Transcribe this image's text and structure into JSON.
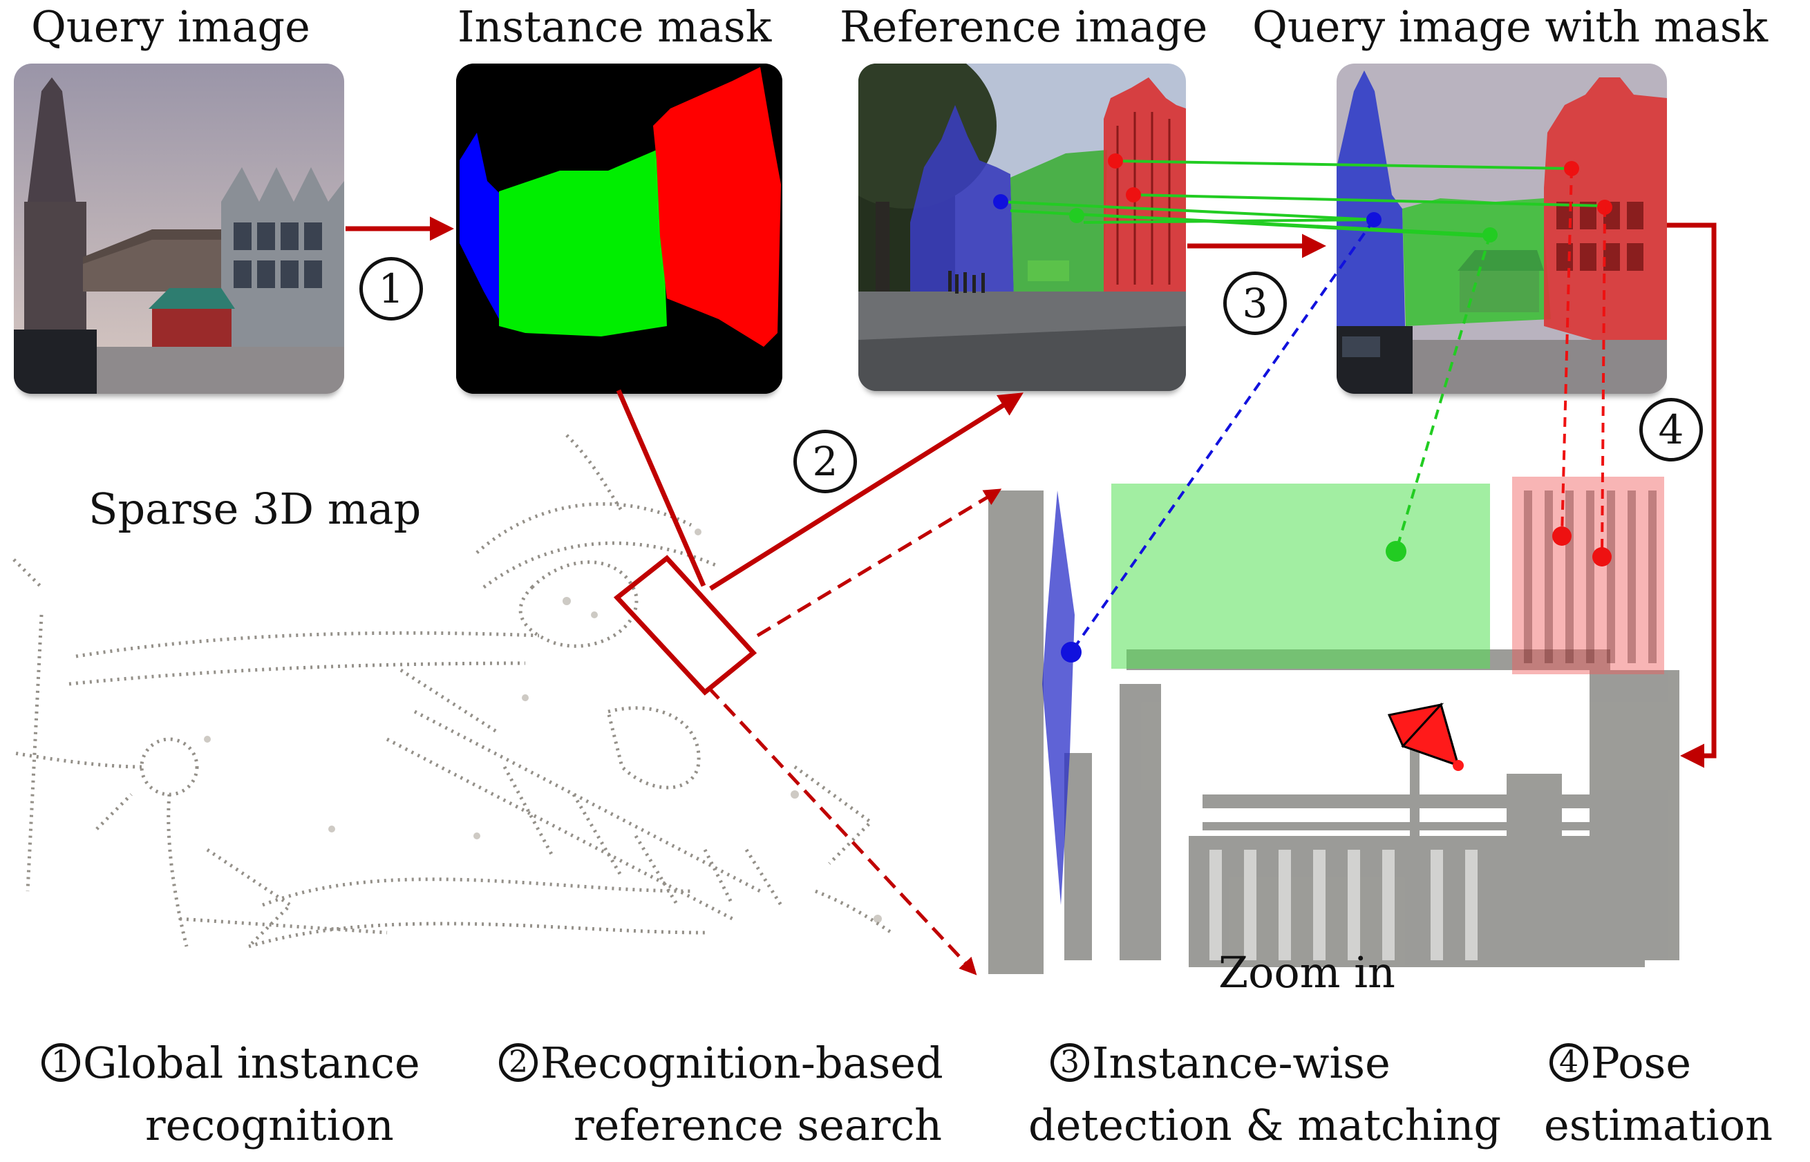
{
  "panels": {
    "query": {
      "title": "Query image"
    },
    "mask": {
      "title": "Instance mask"
    },
    "reference": {
      "title": "Reference image"
    },
    "query_masked": {
      "title": "Query image with mask"
    }
  },
  "map": {
    "label": "Sparse 3D map",
    "zoom_label": "Zoom in"
  },
  "steps": [
    {
      "num": "1"
    },
    {
      "num": "2"
    },
    {
      "num": "3"
    },
    {
      "num": "4"
    }
  ],
  "legend": [
    {
      "num": "1",
      "line1": "Global  instance",
      "line2": "recognition"
    },
    {
      "num": "2",
      "line1": "Recognition-based",
      "line2": "reference search"
    },
    {
      "num": "3",
      "line1": "Instance-wise",
      "line2": "detection & matching"
    },
    {
      "num": "4",
      "line1": "Pose",
      "line2": "estimation"
    }
  ],
  "colors": {
    "arrow": "#c00000",
    "mask_red": "#ff0000",
    "mask_green": "#00ee00",
    "mask_blue": "#0000ff",
    "match_red": "#ee1111",
    "match_green": "#22cc22",
    "match_blue": "#1111dd"
  }
}
